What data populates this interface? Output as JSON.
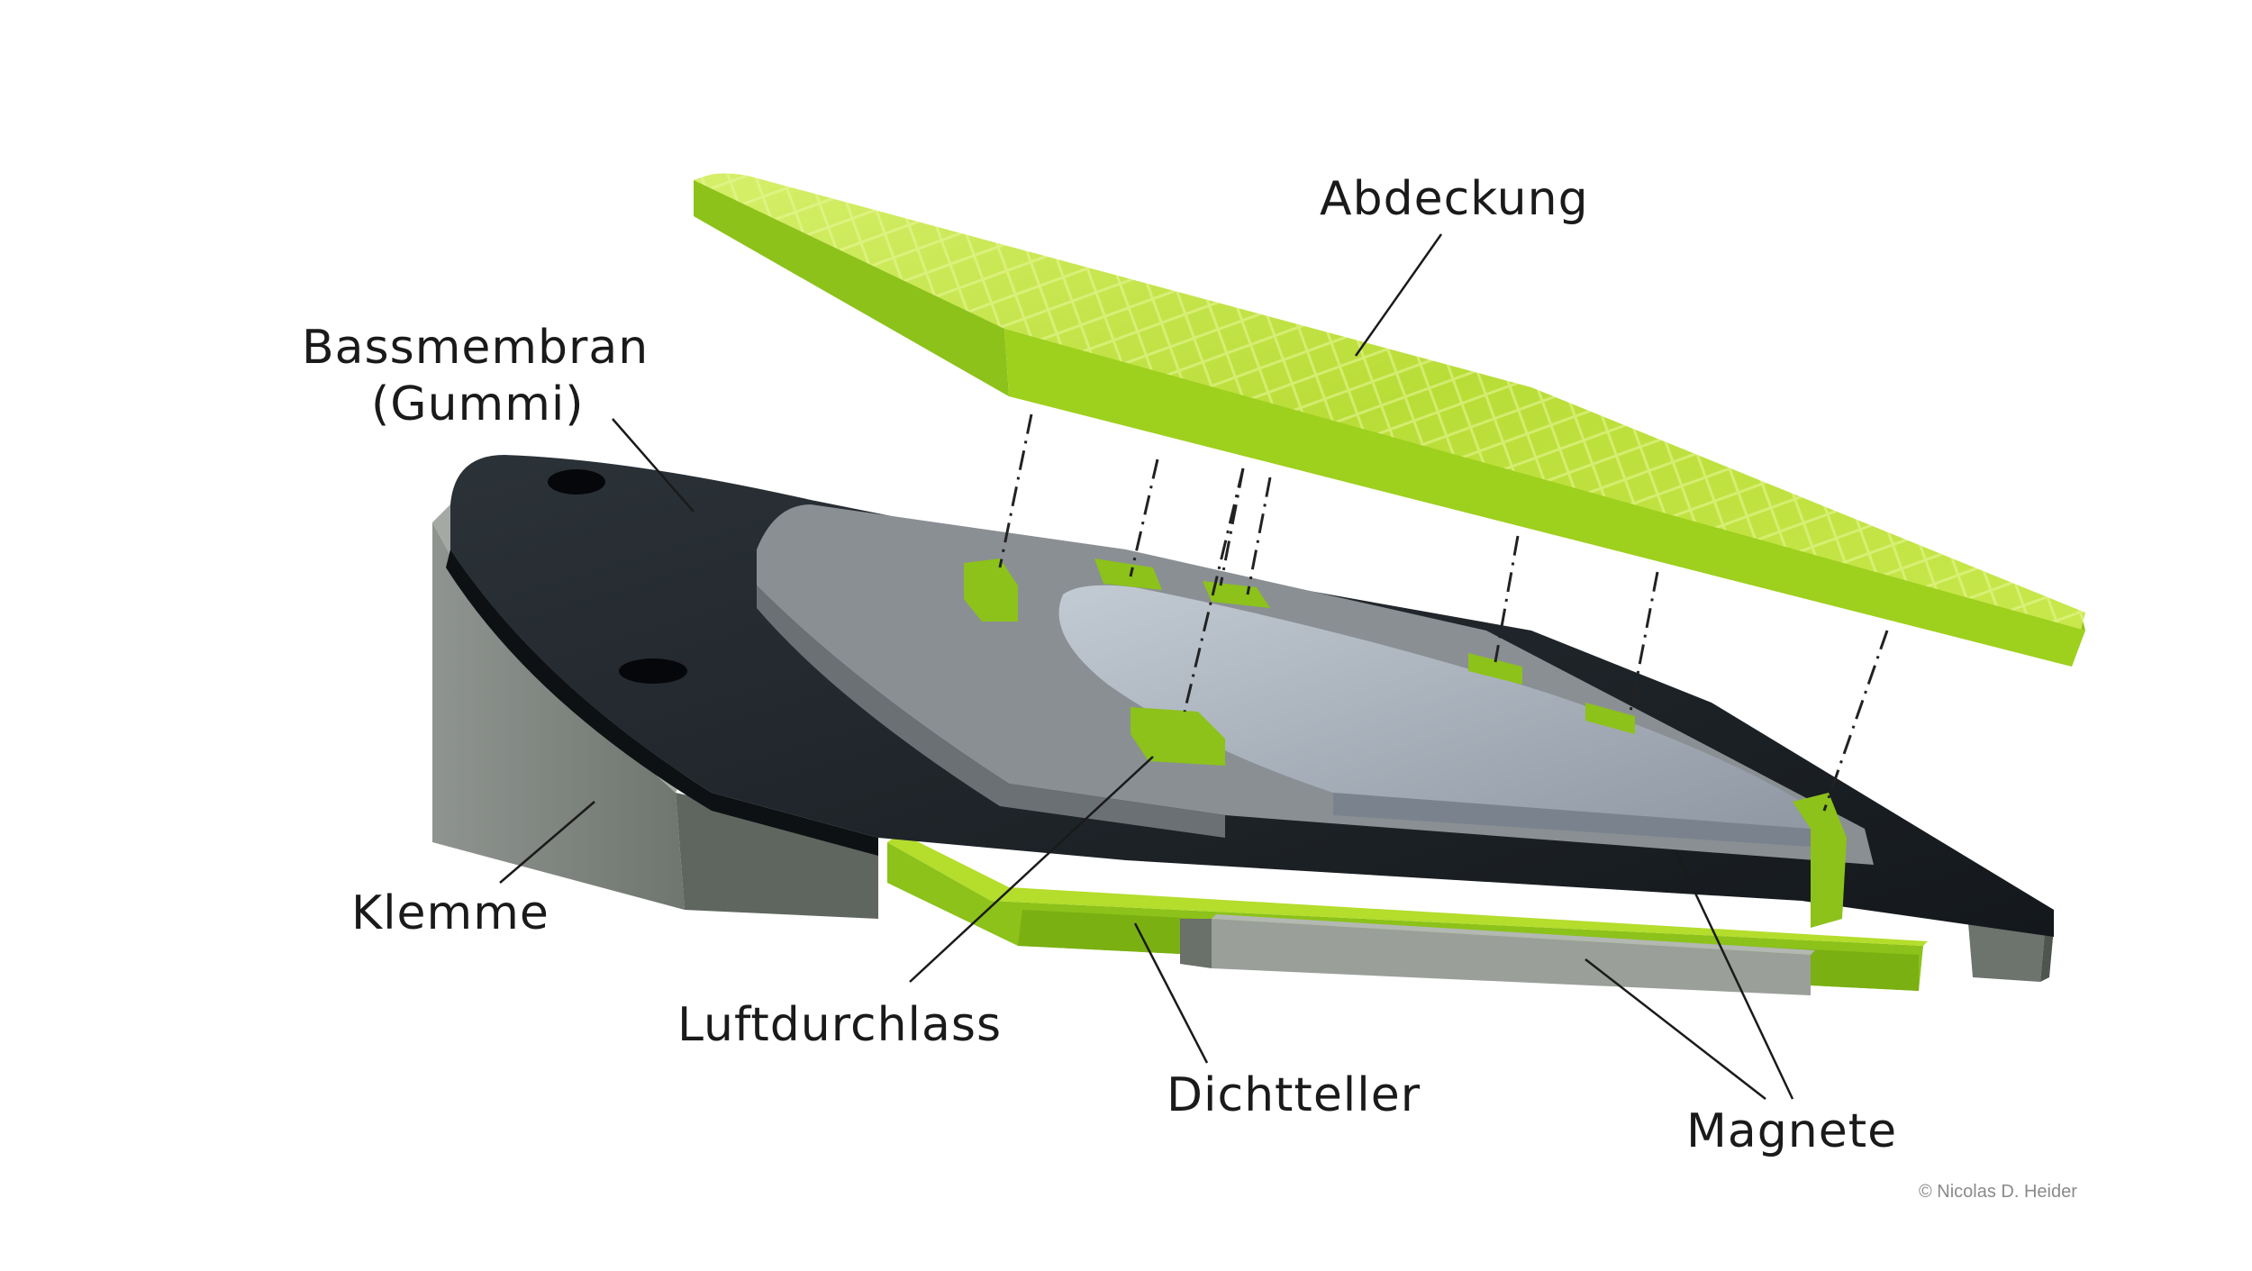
{
  "labels": {
    "abdeckung": "Abdeckung",
    "bassmembran_line1": "Bassmembran",
    "bassmembran_line2": "(Gummi)",
    "klemme": "Klemme",
    "luftdurchlass": "Luftdurchlass",
    "dichtteller": "Dichtteller",
    "magnete": "Magnete"
  },
  "credit": "© Nicolas D. Heider",
  "colors": {
    "accent_green": "#8cc21a",
    "accent_green_light": "#b4dd2c",
    "membrane_black": "#1d2227",
    "clamp_grey": "#8c9089",
    "plate_blue_grey": "#9aa3ae",
    "leader_line": "#1a1a1a"
  }
}
